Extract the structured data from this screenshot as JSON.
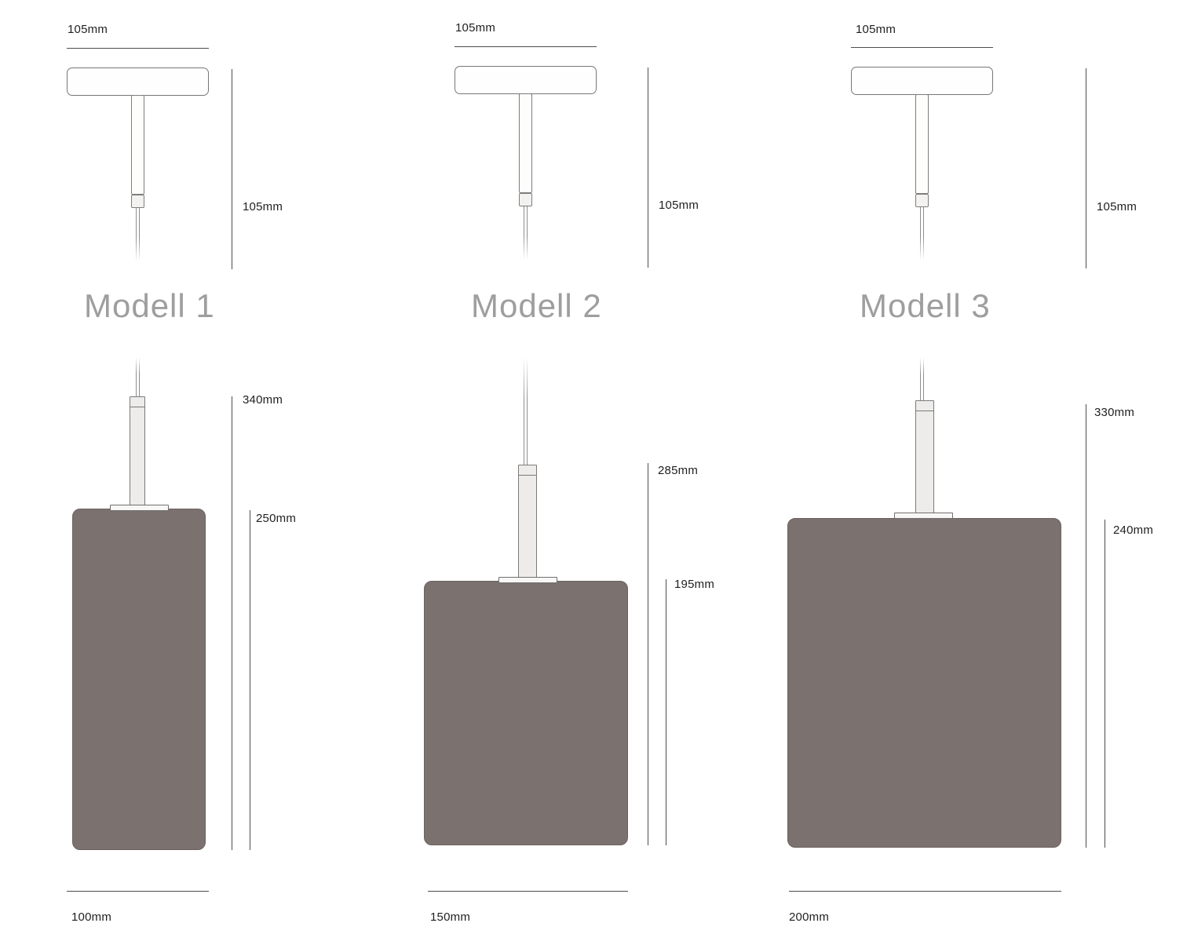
{
  "colors": {
    "shade": "#7b716f",
    "dimension_line": "#4d4d4d",
    "model_label_gray": "#9e9e9e"
  },
  "models": [
    {
      "label": "Modell 1",
      "canopy_width": "105mm",
      "suspension_height": "105mm",
      "overall_height": "340mm",
      "shade_height": "250mm",
      "shade_width": "100mm"
    },
    {
      "label": "Modell 2",
      "canopy_width": "105mm",
      "suspension_height": "105mm",
      "overall_height": "285mm",
      "shade_height": "195mm",
      "shade_width": "150mm"
    },
    {
      "label": "Modell 3",
      "canopy_width": "105mm",
      "suspension_height": "105mm",
      "overall_height": "330mm",
      "shade_height": "240mm",
      "shade_width": "200mm"
    }
  ]
}
